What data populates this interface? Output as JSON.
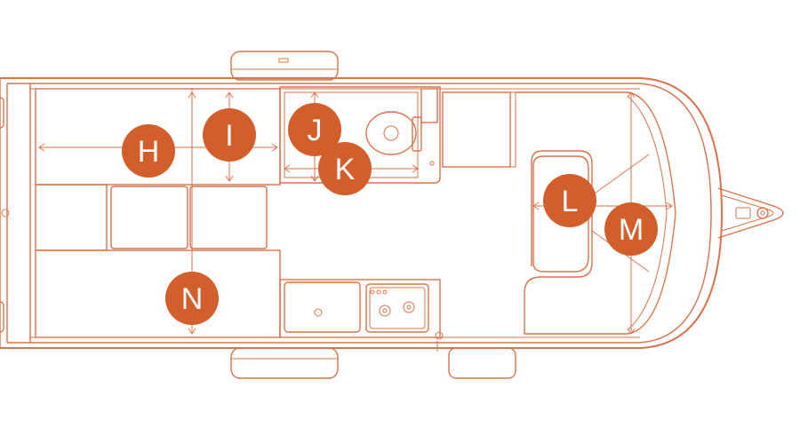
{
  "colors": {
    "line": "#d9734a",
    "marker_fill": "#d25f2b",
    "marker_text": "#ffffff",
    "background": "#ffffff"
  },
  "markers": [
    {
      "id": "H",
      "label": "H"
    },
    {
      "id": "I",
      "label": "I"
    },
    {
      "id": "J",
      "label": "J"
    },
    {
      "id": "K",
      "label": "K"
    },
    {
      "id": "L",
      "label": "L"
    },
    {
      "id": "M",
      "label": "M"
    },
    {
      "id": "N",
      "label": "N"
    }
  ]
}
